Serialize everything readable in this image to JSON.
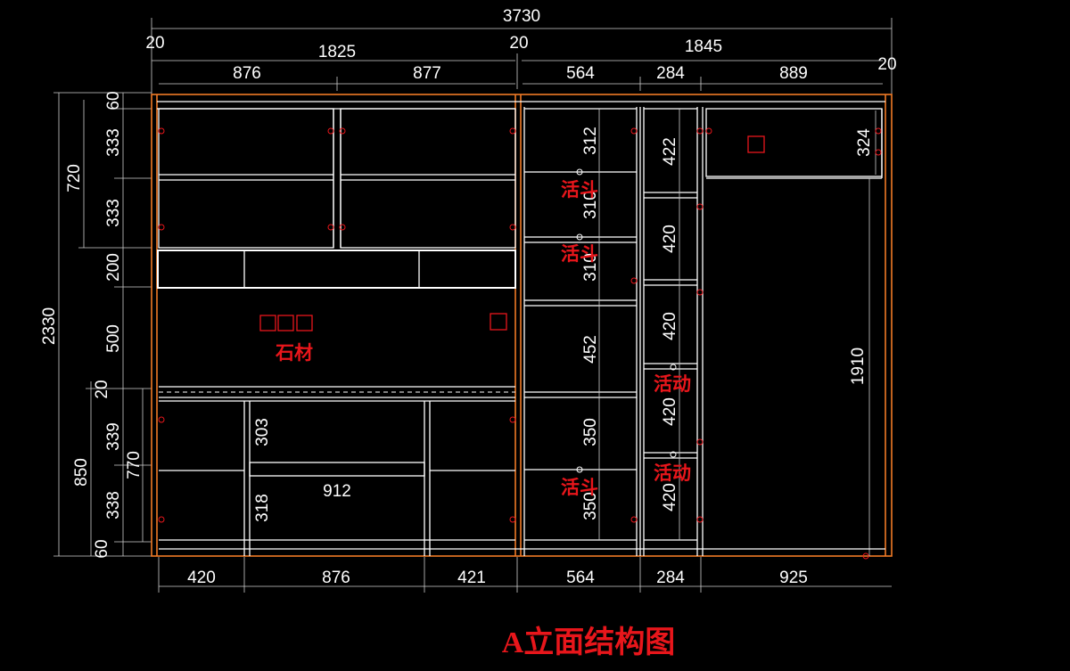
{
  "drawing_title": "A立面结构图",
  "dimensions": {
    "overall_width": "3730",
    "left_end_gap": "20",
    "left_section": "1825",
    "middle_gap": "20",
    "right_section": "1845",
    "right_end_gap": "20",
    "top_widths": [
      "876",
      "877",
      "564",
      "284",
      "889"
    ],
    "bottom_widths": [
      "420",
      "876",
      "421",
      "564",
      "284",
      "925"
    ],
    "overall_height": "2330",
    "upper_total": "720",
    "upper_rows": [
      "60",
      "333",
      "333",
      "200",
      "500"
    ],
    "lower_total": "850",
    "lower_cabinet": "770",
    "lower_rows": [
      "20",
      "339",
      "338",
      "60"
    ],
    "niche_heights": [
      "303",
      "318"
    ],
    "niche_width": "912",
    "col4_heights": [
      "312",
      "310",
      "310",
      "452",
      "350",
      "350"
    ],
    "col5_heights": [
      "422",
      "420",
      "420",
      "420",
      "420"
    ],
    "right_top_height": "324",
    "right_door_height": "1910"
  },
  "labels": {
    "stone": "石材",
    "adjustable": "活动",
    "adjustable_partial": "活斗"
  },
  "colors": {
    "background": "#000000",
    "lines": "#ffffff",
    "frame": "#f07a26",
    "annotation": "#e8161b"
  }
}
